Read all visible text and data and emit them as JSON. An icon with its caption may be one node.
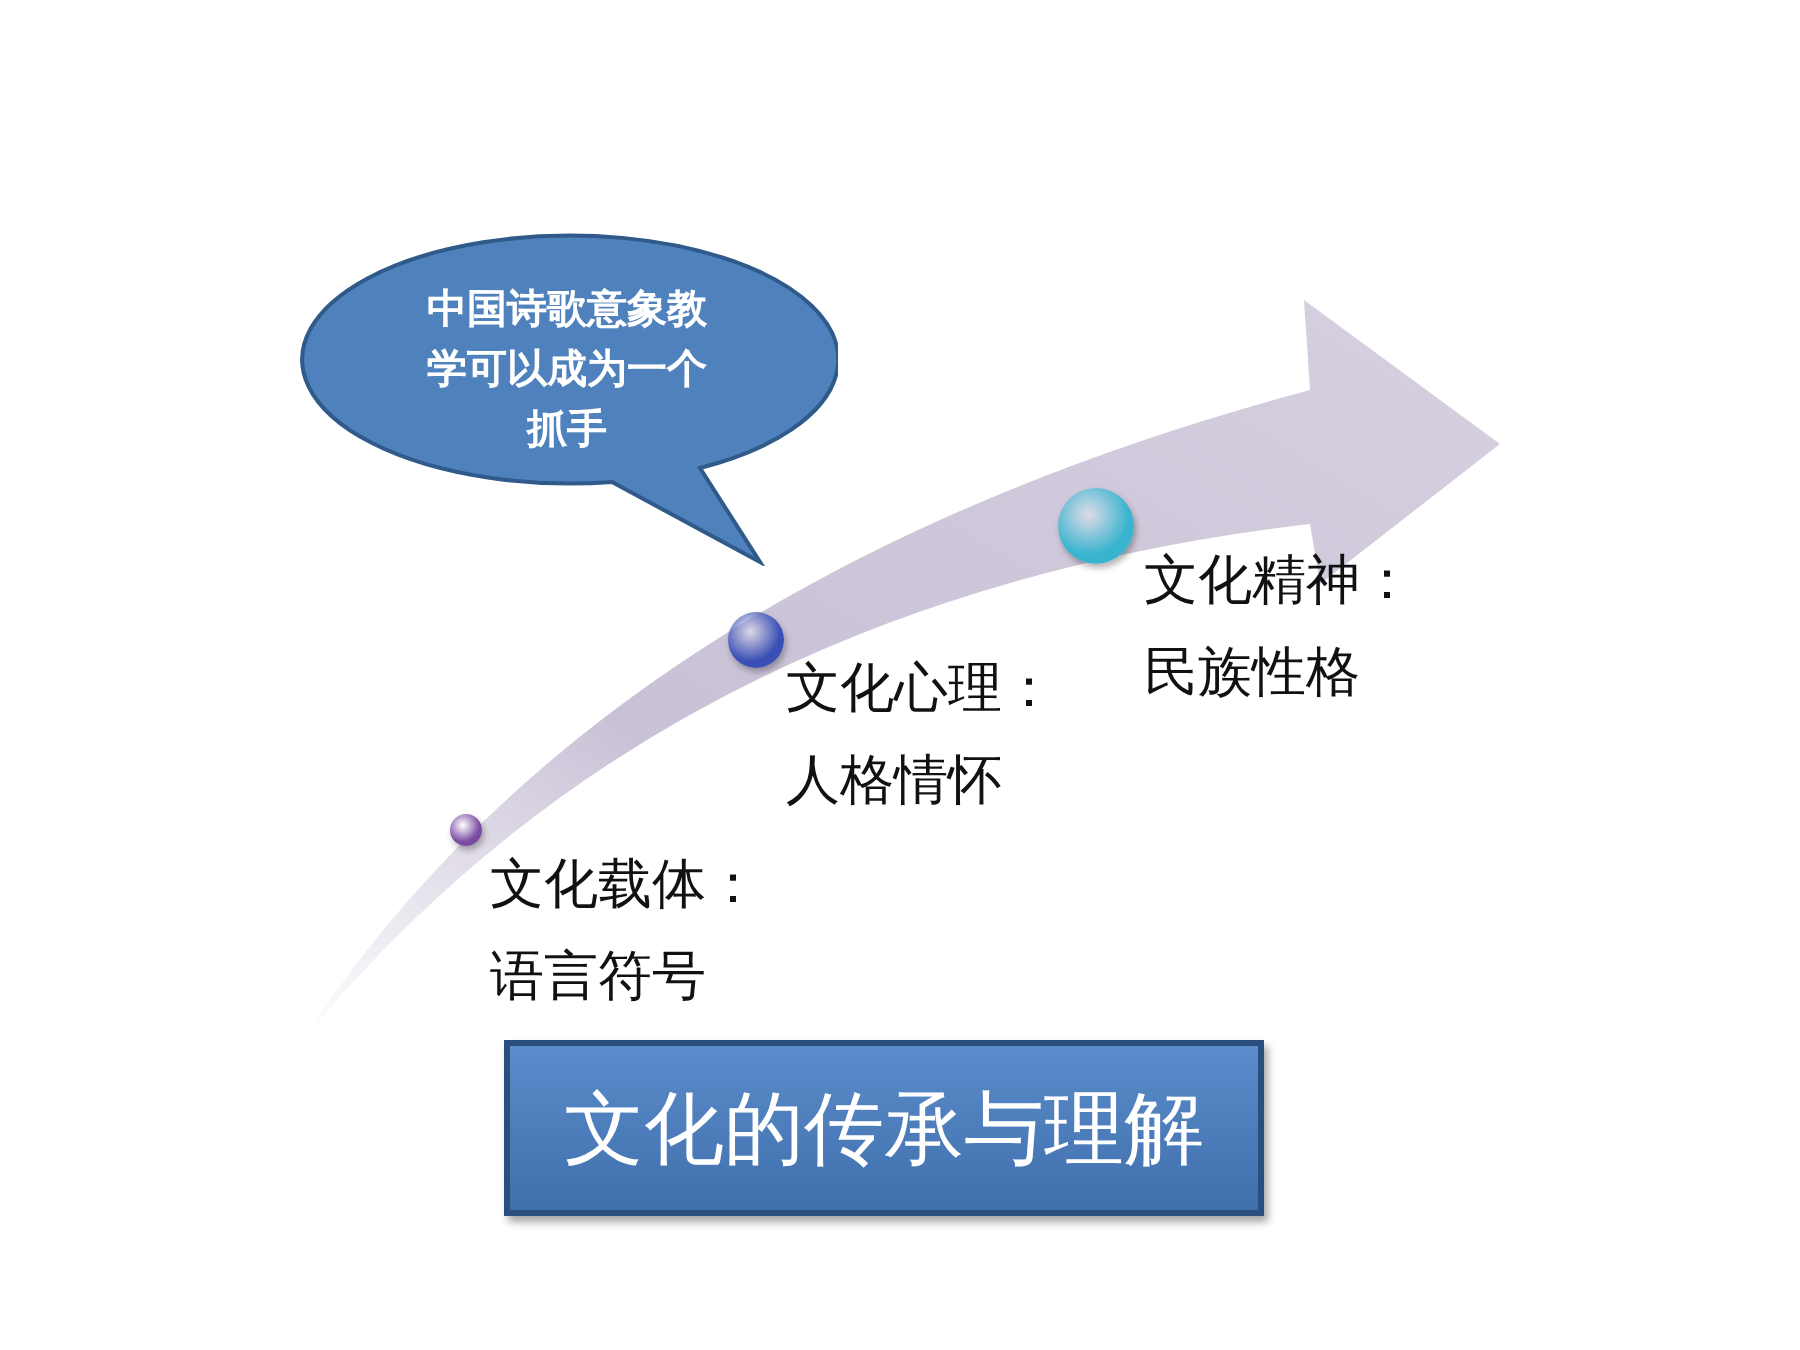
{
  "diagram": {
    "nodes": [
      {
        "text": [
          "中国诗歌意象教学可以成为一个抓手"
        ]
      },
      {
        "text": [],
        "shape": "circle",
        "beside": [
          "文化载体：语言符号"
        ]
      },
      {
        "text": [],
        "shape": "circle",
        "beside": [
          "文化心理：人格情怀"
        ]
      },
      {
        "text": [],
        "shape": "circle",
        "beside": [
          "文化精神：民族性格"
        ]
      },
      {
        "text": [
          "文化的传承与理解"
        ]
      }
    ]
  }
}
